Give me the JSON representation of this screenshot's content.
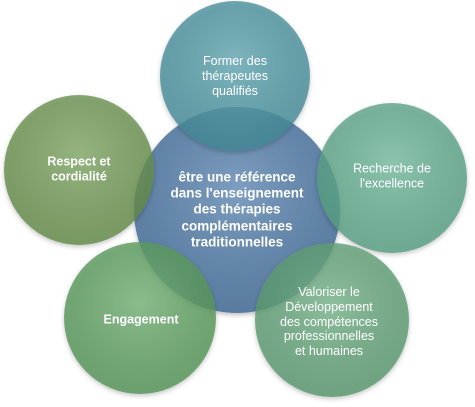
{
  "center": {
    "label": "être une référence\ndans l'enseignement\ndes thérapies\ncomplémentaires\ntraditionnelles",
    "color": "#5b84b1"
  },
  "petals": [
    {
      "id": "top",
      "label": "Former des\nthérapeutes\nqualifiés",
      "bold": false,
      "color": "#4a9aa8"
    },
    {
      "id": "right",
      "label": "Recherche de\nl'excellence",
      "bold": false,
      "color": "#5fb08f"
    },
    {
      "id": "bottom-right",
      "label": "Valoriser le\nDéveloppement\ndes compétences\nprofessionnelles\net humaines",
      "bold": false,
      "color": "#62a878"
    },
    {
      "id": "bottom-left",
      "label": "Engagement",
      "bold": true,
      "color": "#5ea460"
    },
    {
      "id": "left",
      "label": "Respect et\ncordialité",
      "bold": true,
      "color": "#6e9a50"
    }
  ]
}
